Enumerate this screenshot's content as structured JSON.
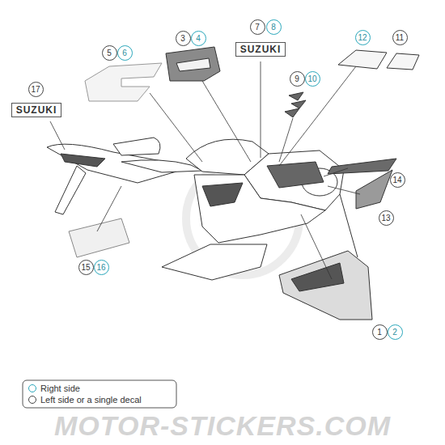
{
  "diagram": {
    "labels": [
      "3",
      "4",
      "7",
      "8",
      "12",
      "11",
      "5",
      "6",
      "9",
      "10",
      "17",
      "SUZUKI",
      "SUZUKI",
      "14",
      "13",
      "15",
      "16",
      "1",
      "2",
      "MOTOR-STICKERS.COM"
    ],
    "legend": [
      {
        "text": "Right side"
      },
      {
        "text": "Left side or a single decal"
      }
    ]
  }
}
